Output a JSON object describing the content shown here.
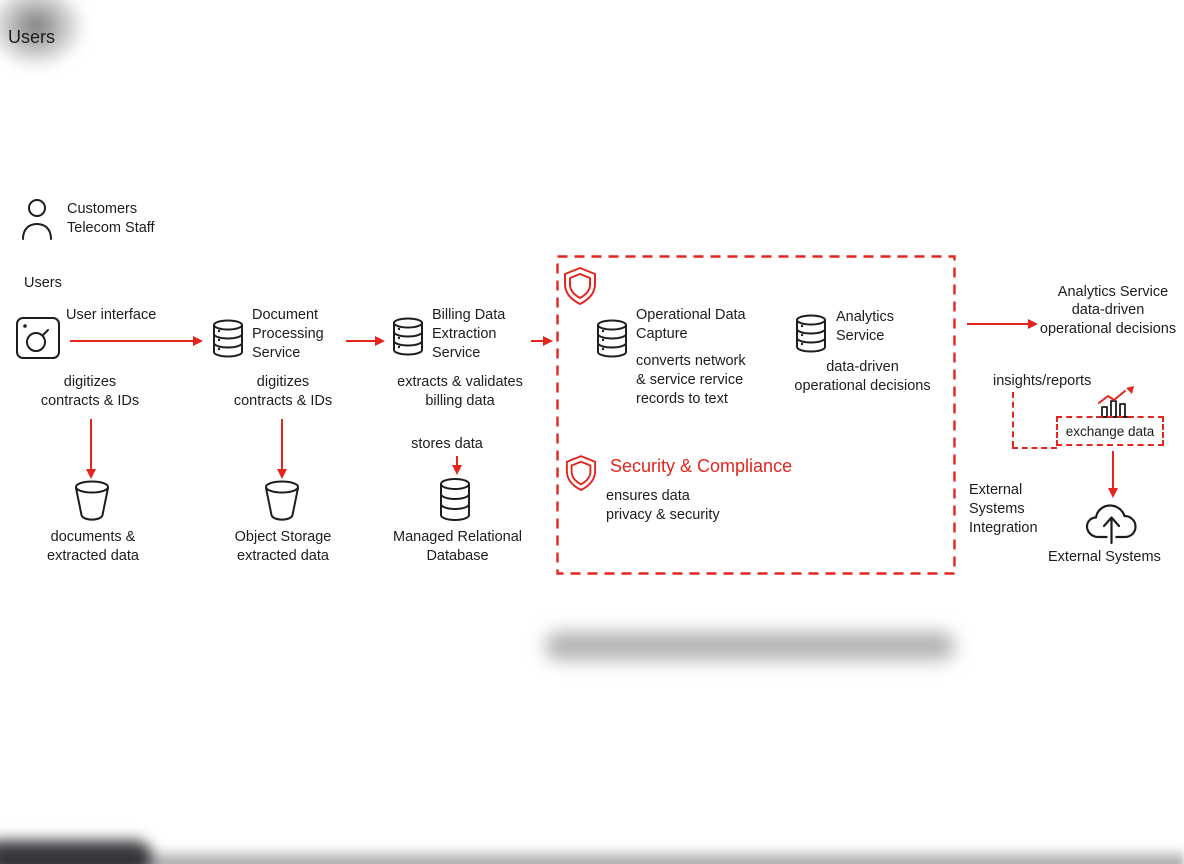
{
  "colors": {
    "red": "#e3261d",
    "text": "#1d1d1b"
  },
  "header": {
    "title": "Users"
  },
  "actors": {
    "persona": "Customers\nTelecom Staff",
    "users_label": "Users"
  },
  "pipeline": {
    "user_interface": {
      "title": "User interface",
      "action": "digitizes\ncontracts & IDs",
      "output": "documents &\nextracted data"
    },
    "document_processing": {
      "title": "Document\nProcessing\nService",
      "action": "digitizes\ncontracts & IDs",
      "output": "Object Storage\nextracted data"
    },
    "billing_extraction": {
      "title": "Billing Data\nExtraction\nService",
      "action": "extracts & validates\nbilling data",
      "stores": "stores data",
      "database": "Managed Relational\nDatabase"
    }
  },
  "secure_zone": {
    "operational_data_capture": {
      "title": "Operational Data\nCapture",
      "action": "converts network\n& service rervice\nrecords to text"
    },
    "analytics_service": {
      "title": "Analytics\nService",
      "action": "data-driven\noperational decisions"
    },
    "security_compliance": {
      "title": "Security & Compliance",
      "action": "ensures data\nprivacy & security"
    }
  },
  "right_side": {
    "analytics_title": "Analytics Service",
    "analytics_subtitle": "data-driven\noperational decisions",
    "insights_label": "insights/reports",
    "exchange_label": "exchange data",
    "external_integration": "External\nSystems\nIntegration",
    "external_systems": "External Systems"
  }
}
